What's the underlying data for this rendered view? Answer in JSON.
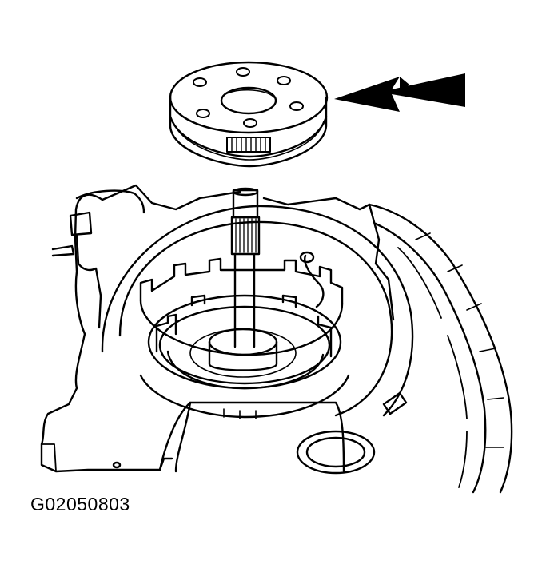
{
  "figure": {
    "caption": "G02050803",
    "colors": {
      "ink": "#000000",
      "paper": "#ffffff"
    },
    "parts": [
      {
        "name": "clutch-drum-part",
        "icon": "disc-icon"
      },
      {
        "name": "direction-arrow",
        "icon": "double-arrow-left-icon"
      },
      {
        "name": "transmission-case",
        "icon": "housing-icon"
      },
      {
        "name": "input-shaft",
        "icon": "shaft-icon"
      }
    ]
  }
}
